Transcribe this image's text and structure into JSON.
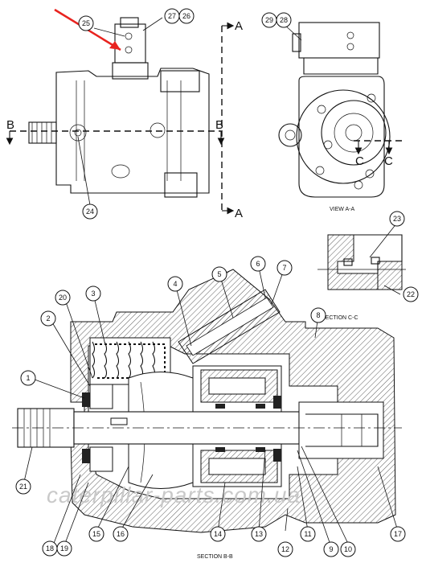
{
  "labels": {
    "view_a": "VIEW A-A",
    "section_b": "SECTION B-B",
    "section_c": "SECTION C-C",
    "mark_a": "A",
    "mark_b": "B",
    "mark_c": "C"
  },
  "watermark": "caterpillar-parts.com.ua",
  "callouts": [
    "1",
    "2",
    "3",
    "4",
    "5",
    "6",
    "7",
    "8",
    "9",
    "10",
    "11",
    "12",
    "13",
    "14",
    "15",
    "16",
    "17",
    "18",
    "19",
    "20",
    "21",
    "22",
    "23",
    "24",
    "25",
    "26",
    "27",
    "28",
    "29"
  ],
  "arrow_color": "#e8231f"
}
